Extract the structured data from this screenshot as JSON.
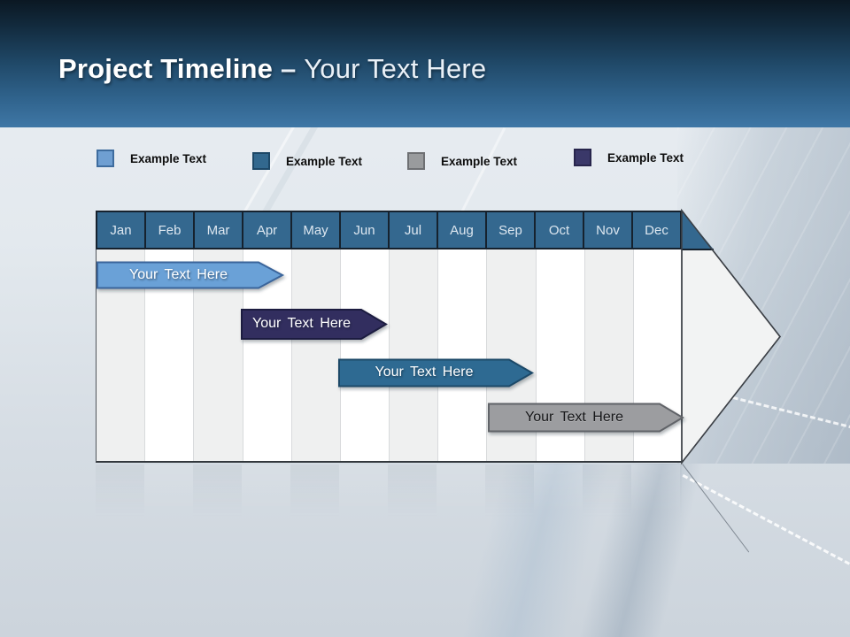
{
  "slide": {
    "title": {
      "primary": "Project Timeline",
      "separator": "–",
      "secondary": "Your Text Here"
    },
    "header_gradient_top": "#0B1823",
    "header_gradient_bottom": "#3F77A6",
    "background_color": "#DCE2E9"
  },
  "legend": {
    "items": [
      {
        "label": "Example Text",
        "swatch_color": "#6F9FD2",
        "swatch_border": "#3E6C9E"
      },
      {
        "label": "Example Text",
        "swatch_color": "#32688E",
        "swatch_border": "#1D4867"
      },
      {
        "label": "Example Text",
        "swatch_color": "#999B9D",
        "swatch_border": "#6E7073"
      },
      {
        "label": "Example Text",
        "swatch_color": "#3A3869",
        "swatch_border": "#27254C"
      }
    ]
  },
  "timeline": {
    "months": [
      "Jan",
      "Feb",
      "Mar",
      "Apr",
      "May",
      "Jun",
      "Jul",
      "Aug",
      "Sep",
      "Oct",
      "Nov",
      "Dec"
    ],
    "header_color": "#34688F",
    "month_text_color": "#DDE7F0",
    "column_alt_color": "#EFF0F0",
    "arrow_head_color": "#F2F3F3",
    "bars": [
      {
        "label": "Your Text Here",
        "fill": "#6BA1D7",
        "stroke": "#3A659B",
        "text_color": "#FFFFFF",
        "start_month": "Jan",
        "end_month": "Mar"
      },
      {
        "label": "Your Text Here",
        "fill": "#312F5F",
        "stroke": "#1F1D40",
        "text_color": "#FFFFFF",
        "start_month": "Apr",
        "end_month": "Jun"
      },
      {
        "label": "Your Text Here",
        "fill": "#2E6A92",
        "stroke": "#1C4968",
        "text_color": "#FFFFFF",
        "start_month": "Jun",
        "end_month": "Sep"
      },
      {
        "label": "Your Text Here",
        "fill": "#9C9DA0",
        "stroke": "#616367",
        "text_color": "#1A1A1A",
        "start_month": "Sep",
        "end_month": "Dec"
      }
    ]
  }
}
